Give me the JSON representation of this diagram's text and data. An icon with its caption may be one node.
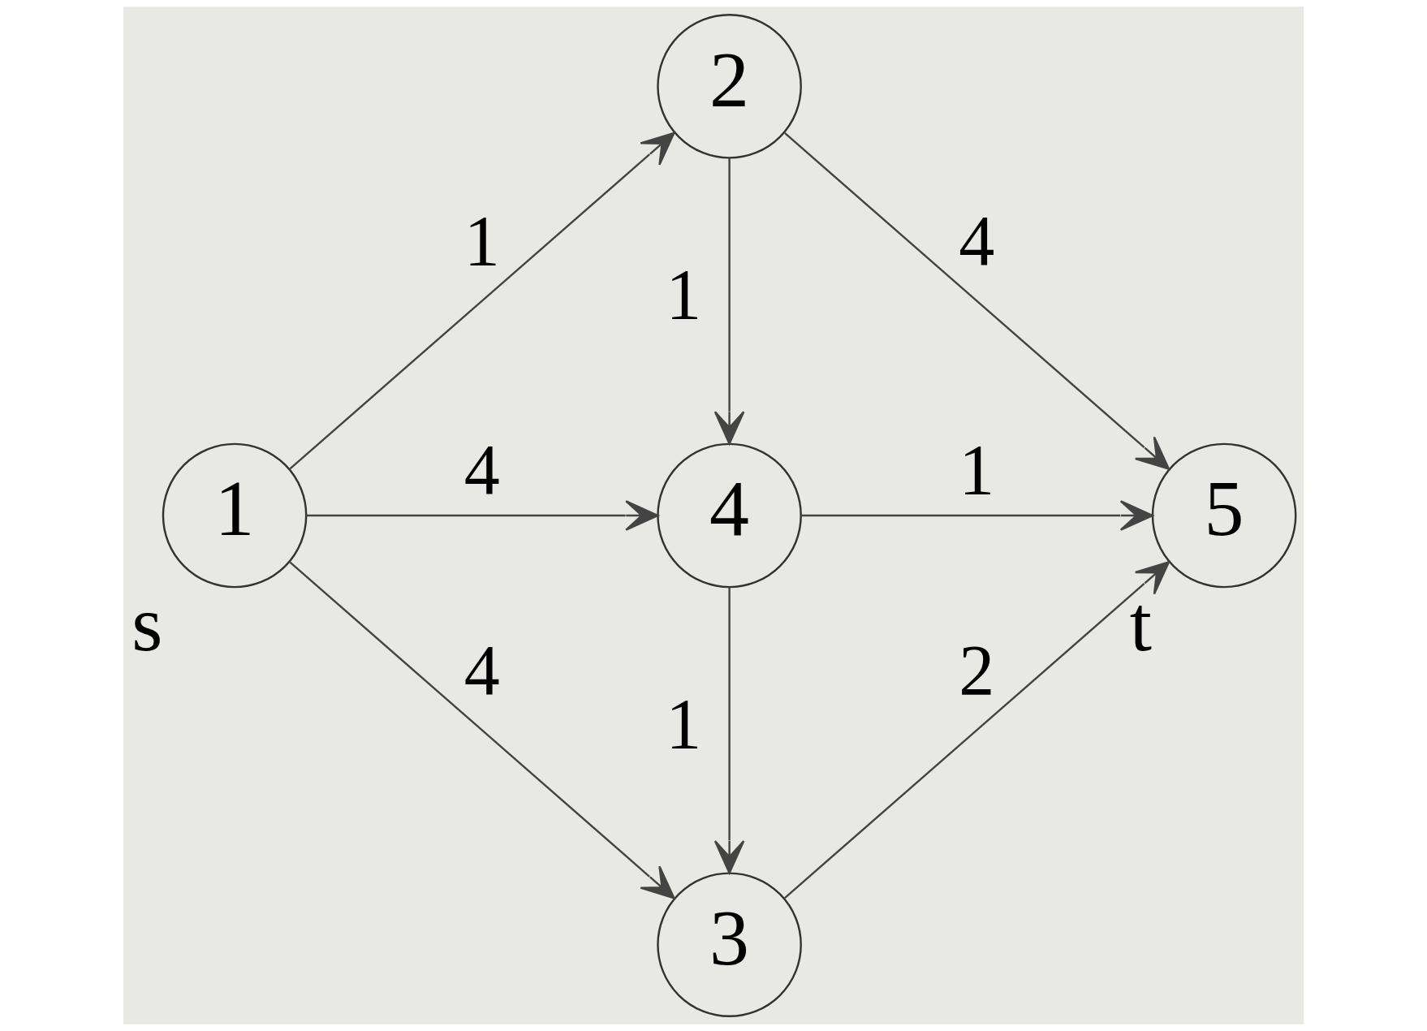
{
  "diagram": {
    "nodes": [
      {
        "text": [
          "3"
        ]
      },
      {
        "text": [
          "1"
        ],
        "beside": [
          "s"
        ]
      },
      {
        "text": [
          "4"
        ]
      },
      {
        "text": [
          "5"
        ],
        "beside": [
          "t"
        ]
      },
      {
        "text": [
          "2"
        ]
      }
    ],
    "edges": [
      {
        "from": 1,
        "to": 0,
        "arrow": "to",
        "label": "4"
      },
      {
        "from": 1,
        "to": 2,
        "arrow": "to",
        "label": "4"
      },
      {
        "from": 1,
        "to": 4,
        "arrow": "to",
        "label": "1"
      },
      {
        "from": 2,
        "to": 0,
        "arrow": "to",
        "label": "1"
      },
      {
        "from": 4,
        "to": 2,
        "arrow": "to",
        "label": "1"
      },
      {
        "from": 0,
        "to": 3,
        "arrow": "to",
        "label": "2"
      },
      {
        "from": 2,
        "to": 3,
        "arrow": "to",
        "label": "1"
      },
      {
        "from": 4,
        "to": 3,
        "arrow": "to",
        "label": "4"
      }
    ]
  }
}
